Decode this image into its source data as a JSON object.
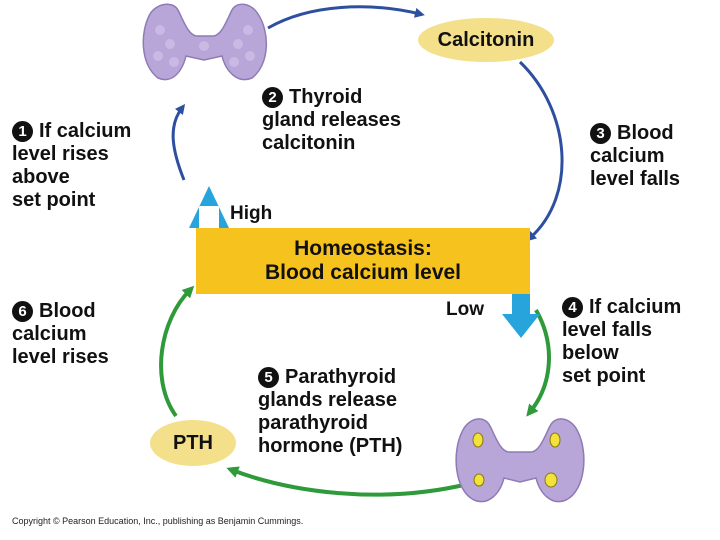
{
  "colors": {
    "thyroid": "#b9a6d8",
    "parathyroid": "#f3e23a",
    "blue_arrow": "#2e4fa0",
    "green_arrow": "#2f9a3a",
    "box": "#f6c21e",
    "pill": "#f4e08a",
    "level_arrow": "#28a4dc"
  },
  "icons": [
    "thyroid-gland",
    "thyroid-with-parathyroid-glands"
  ],
  "hormones": {
    "calcitonin": "Calcitonin",
    "pth": "PTH"
  },
  "center": {
    "line1": "Homeostasis:",
    "line2": "Blood calcium level",
    "high": "High",
    "low": "Low"
  },
  "steps": [
    {
      "num": "1",
      "lines": [
        "If calcium",
        "level rises",
        "above",
        "set point"
      ]
    },
    {
      "num": "2",
      "lines": [
        "Thyroid",
        "gland releases",
        "calcitonin"
      ]
    },
    {
      "num": "3",
      "lines": [
        "Blood",
        "calcium",
        "level falls"
      ]
    },
    {
      "num": "4",
      "lines": [
        "If calcium",
        "level falls",
        "below",
        "set point"
      ]
    },
    {
      "num": "5",
      "lines": [
        "Parathyroid",
        "glands release",
        "parathyroid",
        "hormone (PTH)"
      ]
    },
    {
      "num": "6",
      "lines": [
        "Blood",
        "calcium",
        "level rises"
      ]
    }
  ],
  "copyright": "Copyright © Pearson Education, Inc., publishing as Benjamin Cummings."
}
